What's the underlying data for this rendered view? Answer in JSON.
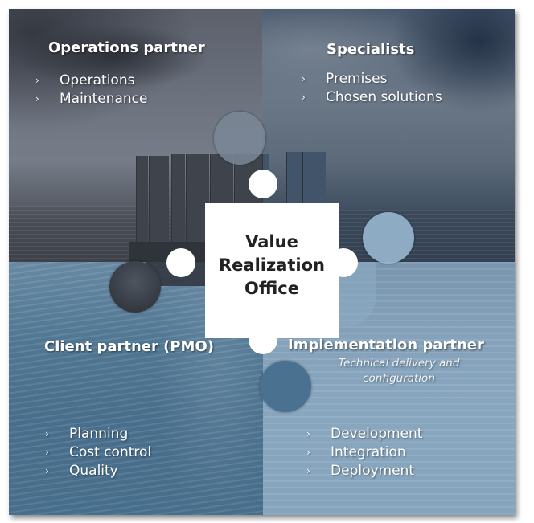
{
  "diagram": {
    "title": "Value Realization Office puzzle diagram",
    "center": {
      "lines": [
        "Value",
        "Realization",
        "Office"
      ]
    },
    "quadrants": {
      "top_left": {
        "heading": "Operations partner",
        "items": [
          "Operations",
          "Maintenance"
        ]
      },
      "top_right": {
        "heading": "Specialists",
        "items": [
          "Premises",
          "Chosen solutions"
        ]
      },
      "bottom_left": {
        "heading": "Client partner (PMO)",
        "items": [
          "Planning",
          "Cost control",
          "Quality"
        ]
      },
      "bottom_right": {
        "heading": "Implementation partner",
        "subheading_lines": [
          "Technical delivery and",
          "configuration"
        ],
        "items": [
          "Development",
          "Integration",
          "Deployment"
        ]
      }
    },
    "bullet_glyph": "›",
    "colors": {
      "top_left_tint": "#6e7480",
      "top_right_tint": "#4a5a6e",
      "bottom_left_tint": "#4c7391",
      "bottom_right_tint": "#8aa9c2",
      "center_fill": "#ffffff",
      "center_text": "#222222",
      "label_text": "#ffffff"
    }
  }
}
